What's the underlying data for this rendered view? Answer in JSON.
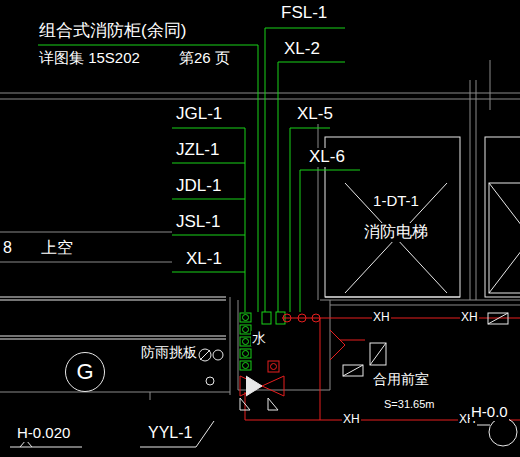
{
  "diagram": {
    "nodes": [
      {
        "text": [
          "1-DT-1",
          "消防电梯"
        ]
      },
      {
        "text": [
          "G"
        ]
      }
    ],
    "labels": [
      "组合式消防柜(余同)",
      "详图集 15S202",
      "第26 页",
      "FSL-1",
      "XL-2",
      "XL-5",
      "XL-6",
      "JGL-1",
      "JZL-1",
      "JDL-1",
      "JSL-1",
      "XL-1",
      "8",
      "上空",
      "防雨挑板",
      "水",
      "XH",
      "XH",
      "XH",
      "XH",
      "合用前室",
      "S=31.65m",
      "H-0.020",
      "YYL-1",
      "H-0.0"
    ]
  }
}
